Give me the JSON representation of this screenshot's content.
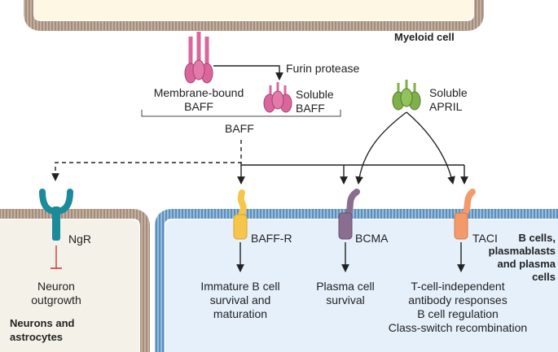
{
  "labels": {
    "myeloid": "Myeloid cell",
    "furin": "Furin protease",
    "membrane_baff": "Membrane-bound\nBAFF",
    "soluble_baff": "Soluble\nBAFF",
    "soluble_april": "Soluble\nAPRIL",
    "baff": "BAFF",
    "ngr": "NgR",
    "baff_r": "BAFF-R",
    "bcma": "BCMA",
    "taci": "TACI",
    "neuron_out": "Neuron\noutgrowth",
    "neurons_cell": "Neurons and\nastrocytes",
    "bcell": "B cells,\nplasmablasts\nand plasma\ncells",
    "baffr_out": "Immature B cell\nsurvival and\nmaturation",
    "bcma_out": "Plasma cell\nsurvival",
    "taci_out": "T-cell-independent\nantibody responses\nB cell regulation\nClass-switch recombination"
  },
  "colors": {
    "baff": "#d9679d",
    "april": "#7fb04a",
    "ngr": "#1b8a9a",
    "baffr": "#f5c64a",
    "bcma": "#8a6e8f",
    "taci": "#f29a6a",
    "myeloid_fill": "#fdf7e3",
    "neuron_fill": "#f3f1e8",
    "bcell_fill": "#e5f0fb"
  }
}
